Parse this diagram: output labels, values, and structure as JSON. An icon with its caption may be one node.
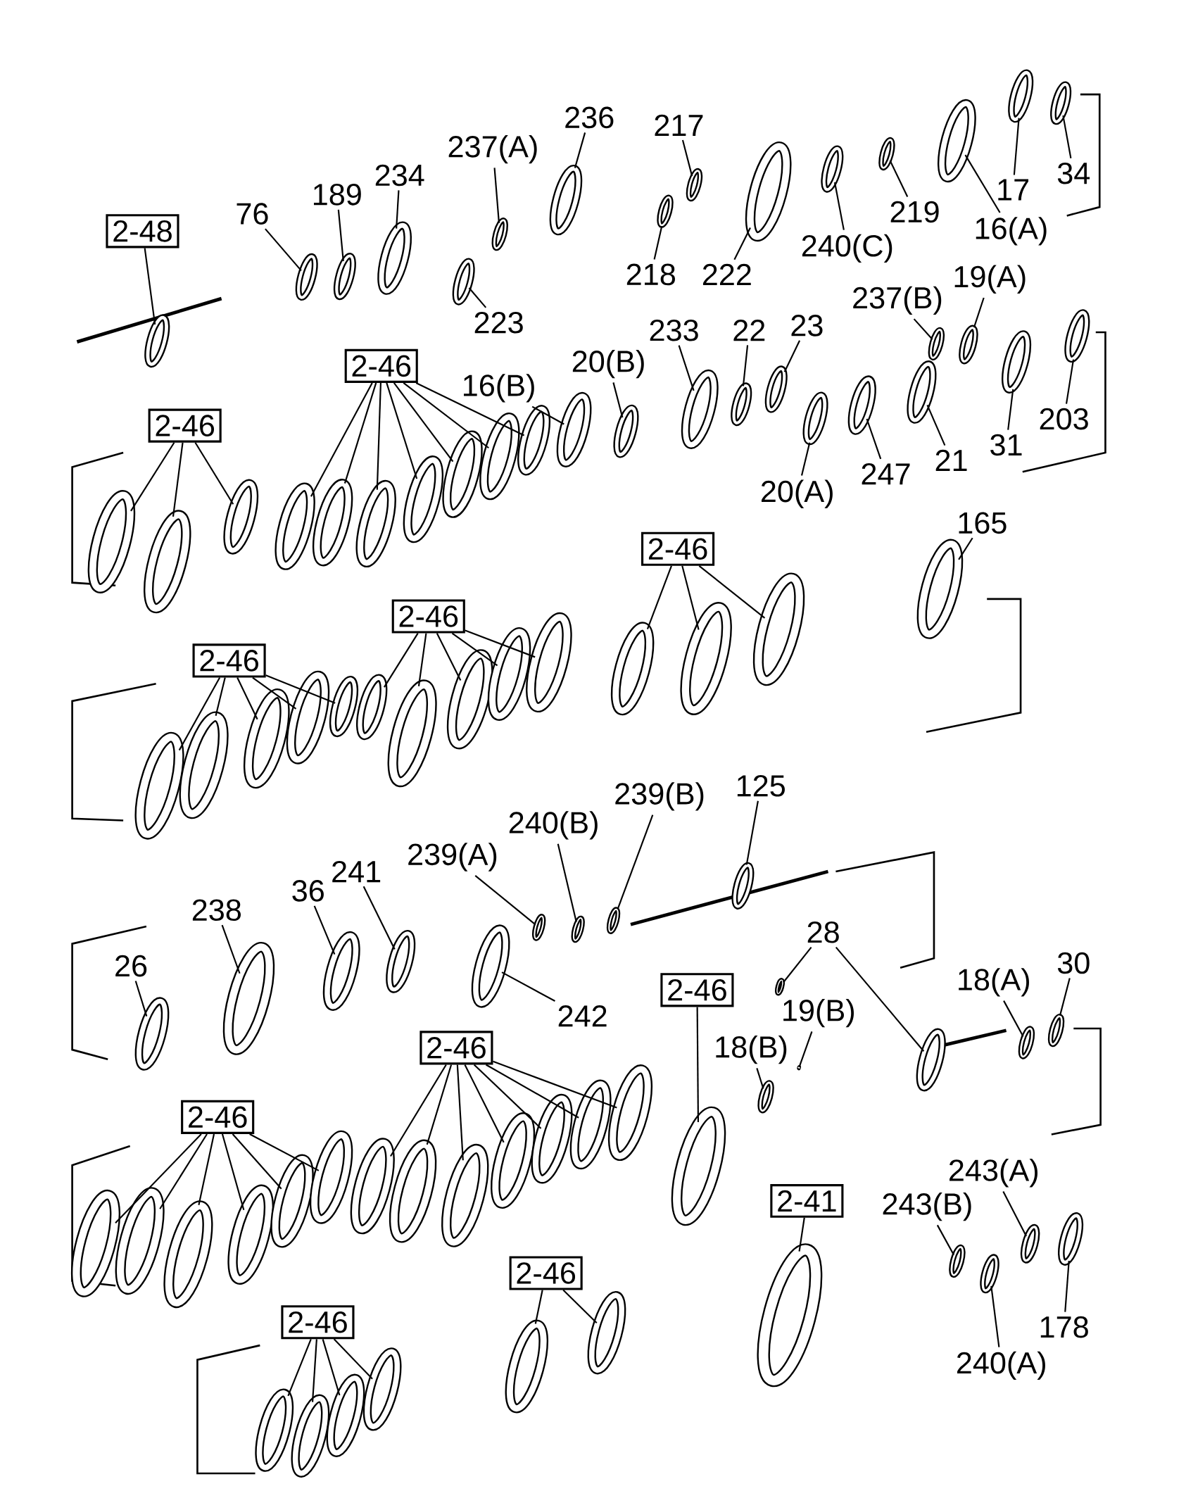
{
  "diagram": {
    "nodes": [
      {
        "text": [
          "2-48"
        ]
      },
      {
        "text": [
          "76"
        ]
      },
      {
        "text": [
          "189"
        ]
      },
      {
        "text": [
          "234"
        ]
      },
      {
        "text": [
          "237(A)"
        ]
      },
      {
        "text": [
          "236"
        ]
      },
      {
        "text": [
          "217"
        ]
      },
      {
        "text": [
          "223"
        ]
      },
      {
        "text": [
          "218"
        ]
      },
      {
        "text": [
          "222"
        ]
      },
      {
        "text": [
          "240(C)"
        ]
      },
      {
        "text": [
          "219"
        ]
      },
      {
        "text": [
          "16(A)"
        ]
      },
      {
        "text": [
          "17"
        ]
      },
      {
        "text": [
          "34"
        ]
      },
      {
        "text": [
          "2-46"
        ]
      },
      {
        "text": [
          "2-46"
        ]
      },
      {
        "text": [
          "16(B)"
        ]
      },
      {
        "text": [
          "20(B)"
        ]
      },
      {
        "text": [
          "233"
        ]
      },
      {
        "text": [
          "22"
        ]
      },
      {
        "text": [
          "23"
        ]
      },
      {
        "text": [
          "237(B)"
        ]
      },
      {
        "text": [
          "19(A)"
        ]
      },
      {
        "text": [
          "20(A)"
        ]
      },
      {
        "text": [
          "247"
        ]
      },
      {
        "text": [
          "21"
        ]
      },
      {
        "text": [
          "31"
        ]
      },
      {
        "text": [
          "203"
        ]
      },
      {
        "text": [
          "2-46"
        ]
      },
      {
        "text": [
          "165"
        ]
      },
      {
        "text": [
          "2-46"
        ]
      },
      {
        "text": [
          "2-46"
        ]
      },
      {
        "text": [
          "125"
        ]
      },
      {
        "text": [
          "239(B)"
        ]
      },
      {
        "text": [
          "240(B)"
        ]
      },
      {
        "text": [
          "239(A)"
        ]
      },
      {
        "text": [
          "241"
        ]
      },
      {
        "text": [
          "36"
        ]
      },
      {
        "text": [
          "238"
        ]
      },
      {
        "text": [
          "26"
        ]
      },
      {
        "text": [
          "242"
        ]
      },
      {
        "text": [
          "28"
        ]
      },
      {
        "text": [
          "30"
        ]
      },
      {
        "text": [
          "2-46"
        ]
      },
      {
        "text": [
          "18(A)"
        ]
      },
      {
        "text": [
          "18(B)"
        ]
      },
      {
        "text": [
          "19(B)"
        ]
      },
      {
        "text": [
          "2-46"
        ]
      },
      {
        "text": [
          "2-46"
        ]
      },
      {
        "text": [
          "2-41"
        ]
      },
      {
        "text": [
          "243(A)"
        ]
      },
      {
        "text": [
          "243(B)"
        ]
      },
      {
        "text": [
          "178"
        ]
      },
      {
        "text": [
          "2-46"
        ]
      },
      {
        "text": [
          "240(A)"
        ]
      },
      {
        "text": [
          "2-46"
        ]
      },
      {
        "text": [],
        "shape": "ring"
      },
      {
        "text": [],
        "shape": "ring"
      },
      {
        "text": [],
        "shape": "ring"
      },
      {
        "text": [],
        "shape": "ring"
      },
      {
        "text": [],
        "shape": "ring"
      },
      {
        "text": [],
        "shape": "ring"
      },
      {
        "text": [],
        "shape": "ring"
      },
      {
        "text": [],
        "shape": "ring"
      },
      {
        "text": [],
        "shape": "ring"
      },
      {
        "text": [],
        "shape": "ring"
      },
      {
        "text": [],
        "shape": "ring"
      },
      {
        "text": [],
        "shape": "ring"
      },
      {
        "text": [],
        "shape": "ring"
      },
      {
        "text": [],
        "shape": "ring"
      },
      {
        "text": [],
        "shape": "ring"
      },
      {
        "text": [],
        "shape": "ring"
      },
      {
        "text": [],
        "shape": "ring"
      },
      {
        "text": [],
        "shape": "ring"
      },
      {
        "text": [],
        "shape": "ring"
      },
      {
        "text": [],
        "shape": "ring"
      },
      {
        "text": [],
        "shape": "ring"
      },
      {
        "text": [],
        "shape": "ring"
      },
      {
        "text": [],
        "shape": "ring"
      },
      {
        "text": [],
        "shape": "ring"
      },
      {
        "text": [],
        "shape": "ring"
      },
      {
        "text": [],
        "shape": "ring"
      },
      {
        "text": [],
        "shape": "ring"
      },
      {
        "text": [],
        "shape": "ring"
      },
      {
        "text": [],
        "shape": "ring"
      },
      {
        "text": [],
        "shape": "ring"
      },
      {
        "text": [],
        "shape": "ring"
      },
      {
        "text": [],
        "shape": "ring"
      },
      {
        "text": [],
        "shape": "ring"
      },
      {
        "text": [],
        "shape": "ring"
      },
      {
        "text": [],
        "shape": "ring"
      },
      {
        "text": [],
        "shape": "ring"
      },
      {
        "text": [],
        "shape": "ring"
      },
      {
        "text": [],
        "shape": "ring"
      },
      {
        "text": [],
        "shape": "ring"
      },
      {
        "text": [],
        "shape": "ring"
      },
      {
        "text": [],
        "shape": "ring"
      },
      {
        "text": [],
        "shape": "ring"
      },
      {
        "text": [],
        "shape": "ring"
      },
      {
        "text": [],
        "shape": "ring"
      },
      {
        "text": [],
        "shape": "ring"
      },
      {
        "text": [],
        "shape": "ring"
      },
      {
        "text": [],
        "shape": "ring"
      },
      {
        "text": [],
        "shape": "ring"
      },
      {
        "text": [],
        "shape": "ring"
      },
      {
        "text": [],
        "shape": "ring"
      },
      {
        "text": [],
        "shape": "ring"
      },
      {
        "text": [],
        "shape": "ring"
      },
      {
        "text": [],
        "shape": "ring"
      },
      {
        "text": [],
        "shape": "ring"
      },
      {
        "text": [],
        "shape": "ring"
      },
      {
        "text": [],
        "shape": "ring"
      },
      {
        "text": [],
        "shape": "ring"
      },
      {
        "text": [],
        "shape": "ring"
      },
      {
        "text": [],
        "shape": "ring"
      },
      {
        "text": [],
        "shape": "ring"
      },
      {
        "text": [],
        "shape": "ring"
      },
      {
        "text": [],
        "shape": "ring"
      },
      {
        "text": [],
        "shape": "ring"
      },
      {
        "text": [],
        "shape": "ring"
      },
      {
        "text": [],
        "shape": "ring"
      },
      {
        "text": [],
        "shape": "ring"
      },
      {
        "text": [],
        "shape": "ring"
      },
      {
        "text": [],
        "shape": "ring"
      },
      {
        "text": [],
        "shape": "ring"
      },
      {
        "text": [],
        "shape": "ring"
      },
      {
        "text": [],
        "shape": "ring"
      },
      {
        "text": [],
        "shape": "ring"
      },
      {
        "text": [],
        "shape": "ring"
      },
      {
        "text": [],
        "shape": "ring"
      },
      {
        "text": [],
        "shape": "ring"
      },
      {
        "text": [],
        "shape": "ring"
      },
      {
        "text": [],
        "shape": "ring"
      },
      {
        "text": [],
        "shape": "ring"
      },
      {
        "text": [],
        "shape": "ring"
      },
      {
        "text": [],
        "shape": "ring"
      },
      {
        "text": [],
        "shape": "ring"
      },
      {
        "text": [],
        "shape": "ring"
      },
      {
        "text": [],
        "shape": "ring"
      },
      {
        "text": [],
        "shape": "ring"
      },
      {
        "text": [],
        "shape": "ring"
      },
      {
        "text": [],
        "shape": "ring"
      },
      {
        "text": [],
        "shape": "ring"
      },
      {
        "text": [],
        "shape": "ring"
      },
      {
        "text": [],
        "shape": "ring"
      },
      {
        "text": [],
        "shape": "ring"
      },
      {
        "text": [],
        "shape": "ring"
      }
    ],
    "edges": [
      {
        "from": 0,
        "to": 57,
        "arrow": "none"
      },
      {
        "from": 1,
        "to": 58,
        "arrow": "none"
      },
      {
        "from": 2,
        "to": 59,
        "arrow": "none"
      },
      {
        "from": 3,
        "to": 60,
        "arrow": "none"
      },
      {
        "from": 4,
        "to": 61,
        "arrow": "none"
      },
      {
        "from": 5,
        "to": 62,
        "arrow": "none"
      },
      {
        "from": 6,
        "to": 63,
        "arrow": "none"
      },
      {
        "from": 7,
        "to": 64,
        "arrow": "none"
      },
      {
        "from": 8,
        "to": 65,
        "arrow": "none"
      },
      {
        "from": 9,
        "to": 66,
        "arrow": "none"
      },
      {
        "from": 10,
        "to": 67,
        "arrow": "none"
      },
      {
        "from": 11,
        "to": 68,
        "arrow": "none"
      },
      {
        "from": 12,
        "to": 69,
        "arrow": "none"
      },
      {
        "from": 13,
        "to": 70,
        "arrow": "none"
      },
      {
        "from": 14,
        "to": 71,
        "arrow": "none"
      },
      {
        "from": 15,
        "to": 72,
        "arrow": "none"
      },
      {
        "from": 15,
        "to": 73,
        "arrow": "none"
      },
      {
        "from": 15,
        "to": 74,
        "arrow": "none"
      },
      {
        "from": 15,
        "to": 75,
        "arrow": "none"
      },
      {
        "from": 15,
        "to": 76,
        "arrow": "none"
      },
      {
        "from": 15,
        "to": 77,
        "arrow": "none"
      },
      {
        "from": 15,
        "to": 78,
        "arrow": "none"
      },
      {
        "from": 16,
        "to": 79,
        "arrow": "none"
      },
      {
        "from": 16,
        "to": 80,
        "arrow": "none"
      },
      {
        "from": 16,
        "to": 81,
        "arrow": "none"
      },
      {
        "from": 17,
        "to": 82,
        "arrow": "none"
      },
      {
        "from": 18,
        "to": 83,
        "arrow": "none"
      },
      {
        "from": 19,
        "to": 84,
        "arrow": "none"
      },
      {
        "from": 20,
        "to": 85,
        "arrow": "none"
      },
      {
        "from": 21,
        "to": 86,
        "arrow": "none"
      },
      {
        "from": 22,
        "to": 87,
        "arrow": "none"
      },
      {
        "from": 23,
        "to": 88,
        "arrow": "none"
      },
      {
        "from": 24,
        "to": 89,
        "arrow": "none"
      },
      {
        "from": 25,
        "to": 90,
        "arrow": "none"
      },
      {
        "from": 26,
        "to": 91,
        "arrow": "none"
      },
      {
        "from": 27,
        "to": 92,
        "arrow": "none"
      },
      {
        "from": 28,
        "to": 93,
        "arrow": "none"
      },
      {
        "from": 29,
        "to": 94,
        "arrow": "none"
      },
      {
        "from": 29,
        "to": 95,
        "arrow": "none"
      },
      {
        "from": 29,
        "to": 96,
        "arrow": "none"
      },
      {
        "from": 30,
        "to": 97,
        "arrow": "none"
      },
      {
        "from": 31,
        "to": 98,
        "arrow": "none"
      },
      {
        "from": 31,
        "to": 99,
        "arrow": "none"
      },
      {
        "from": 31,
        "to": 100,
        "arrow": "none"
      },
      {
        "from": 31,
        "to": 101,
        "arrow": "none"
      },
      {
        "from": 31,
        "to": 102,
        "arrow": "none"
      },
      {
        "from": 32,
        "to": 103,
        "arrow": "none"
      },
      {
        "from": 32,
        "to": 104,
        "arrow": "none"
      },
      {
        "from": 32,
        "to": 105,
        "arrow": "none"
      },
      {
        "from": 32,
        "to": 106,
        "arrow": "none"
      },
      {
        "from": 32,
        "to": 107,
        "arrow": "none"
      },
      {
        "from": 33,
        "to": 108,
        "arrow": "none"
      },
      {
        "from": 34,
        "to": 109,
        "arrow": "none"
      },
      {
        "from": 35,
        "to": 110,
        "arrow": "none"
      },
      {
        "from": 36,
        "to": 111,
        "arrow": "none"
      },
      {
        "from": 37,
        "to": 112,
        "arrow": "none"
      },
      {
        "from": 38,
        "to": 113,
        "arrow": "none"
      },
      {
        "from": 39,
        "to": 114,
        "arrow": "none"
      },
      {
        "from": 40,
        "to": 115,
        "arrow": "none"
      },
      {
        "from": 41,
        "to": 116,
        "arrow": "none"
      },
      {
        "from": 42,
        "to": 117,
        "arrow": "none"
      },
      {
        "from": 42,
        "to": 118,
        "arrow": "none"
      },
      {
        "from": 43,
        "to": 119,
        "arrow": "none"
      },
      {
        "from": 44,
        "to": 120,
        "arrow": "none"
      },
      {
        "from": 45,
        "to": 121,
        "arrow": "none"
      },
      {
        "from": 46,
        "to": 122,
        "arrow": "none"
      },
      {
        "from": 47,
        "to": 123,
        "arrow": "none"
      },
      {
        "from": 48,
        "to": 124,
        "arrow": "none"
      },
      {
        "from": 48,
        "to": 125,
        "arrow": "none"
      },
      {
        "from": 48,
        "to": 126,
        "arrow": "none"
      },
      {
        "from": 48,
        "to": 127,
        "arrow": "none"
      },
      {
        "from": 48,
        "to": 128,
        "arrow": "none"
      },
      {
        "from": 48,
        "to": 129,
        "arrow": "none"
      },
      {
        "from": 48,
        "to": 130,
        "arrow": "none"
      },
      {
        "from": 49,
        "to": 131,
        "arrow": "none"
      },
      {
        "from": 49,
        "to": 132,
        "arrow": "none"
      },
      {
        "from": 49,
        "to": 133,
        "arrow": "none"
      },
      {
        "from": 49,
        "to": 134,
        "arrow": "none"
      },
      {
        "from": 49,
        "to": 135,
        "arrow": "none"
      },
      {
        "from": 49,
        "to": 136,
        "arrow": "none"
      },
      {
        "from": 50,
        "to": 137,
        "arrow": "none"
      },
      {
        "from": 51,
        "to": 138,
        "arrow": "none"
      },
      {
        "from": 52,
        "to": 139,
        "arrow": "none"
      },
      {
        "from": 53,
        "to": 140,
        "arrow": "none"
      },
      {
        "from": 54,
        "to": 141,
        "arrow": "none"
      },
      {
        "from": 54,
        "to": 142,
        "arrow": "none"
      },
      {
        "from": 55,
        "to": 143,
        "arrow": "none"
      },
      {
        "from": 56,
        "to": 144,
        "arrow": "none"
      },
      {
        "from": 56,
        "to": 145,
        "arrow": "none"
      },
      {
        "from": 56,
        "to": 146,
        "arrow": "none"
      },
      {
        "from": 56,
        "to": 147,
        "arrow": "none"
      }
    ]
  }
}
